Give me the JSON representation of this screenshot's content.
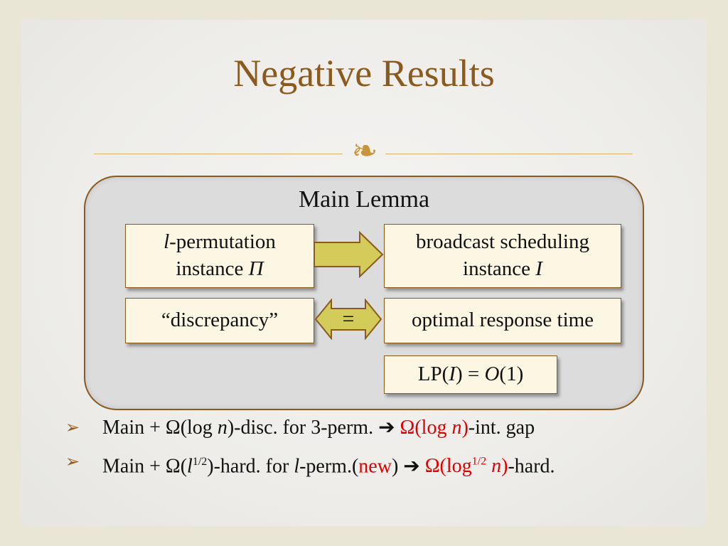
{
  "slide": {
    "title": "Negative Results",
    "ornament_icon": "ornament-flourish-icon",
    "lemma": {
      "title": "Main Lemma",
      "permutation_box": {
        "var": "l",
        "line1_rest": "-permutation",
        "line2_pre": "instance ",
        "line2_var": "Π"
      },
      "broadcast_box": {
        "line1": "broadcast scheduling",
        "line2_pre": "instance ",
        "line2_var": "I"
      },
      "discrepancy_box": "“discrepancy”",
      "equals_label": "=",
      "optimal_box": "optimal response time",
      "lp_box": {
        "pre": "LP(",
        "var1": "I",
        "mid": ") = ",
        "var2": "O",
        "post": "(1)"
      }
    },
    "bullets": [
      {
        "p1": "Main + Ω(log ",
        "p1_var": "n",
        "p2": ")-disc. for 3-perm. ",
        "arrow": "➔",
        "red_pre": "Ω(log ",
        "red_var": "n",
        "red_post": ")",
        "tail": "-int. gap"
      },
      {
        "p1": "Main + Ω(",
        "p1_var": "l",
        "p1_sup": "1/2",
        "p2": ")-hard. for ",
        "p2_var": "l",
        "p3": "-perm.(",
        "new_label": "new",
        "p4": ") ",
        "arrow": "➔",
        "red_pre": "Ω(log",
        "red_sup": "1/2",
        "red_var": "n",
        "red_post": ")",
        "tail": "-hard."
      }
    ],
    "colors": {
      "title": "#8a5a1e",
      "accent_arrow": "#d4cc5a",
      "emphasis_red": "#e00000",
      "box_fill": "#fcf6e3"
    }
  }
}
